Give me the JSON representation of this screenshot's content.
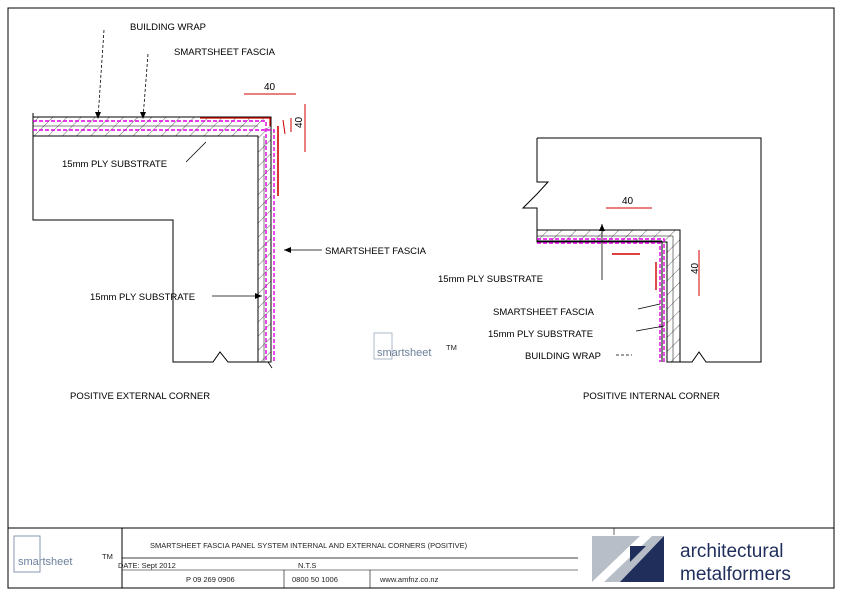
{
  "labels": {
    "building_wrap_top": "BUILDING WRAP",
    "fascia_top": "SMARTSHEET FASCIA",
    "ply_left_top": "15mm PLY SUBSTRATE",
    "fascia_right_left": "SMARTSHEET FASCIA",
    "ply_left_side": "15mm PLY SUBSTRATE",
    "ply_right": "15mm PLY SUBSTRATE",
    "fascia_right": "SMARTSHEET FASCIA",
    "ply_right_2": "15mm PLY SUBSTRATE",
    "building_wrap_right": "BUILDING WRAP",
    "caption_left": "POSITIVE EXTERNAL CORNER",
    "caption_right": "POSITIVE INTERNAL CORNER"
  },
  "dimensions": {
    "left_horizontal": "40",
    "left_vertical": "40",
    "right_horizontal": "40",
    "right_vertical": "40"
  },
  "watermark": {
    "text": "smartsheet",
    "tm": "TM"
  },
  "title_block": {
    "title": "SMARTSHEET FASCIA PANEL SYSTEM INTERNAL AND EXTERNAL CORNERS (POSITIVE)",
    "date": "DATE: Sept 2012",
    "nts": "N.T.S",
    "phone": "P 09 269 0906",
    "freephone": "0800 50 1006",
    "web": "www.amfnz.co.nz",
    "logo_text": "smartsheet",
    "logo_tm": "TM",
    "company_line1": "architectural",
    "company_line2": "metalformers"
  },
  "colors": {
    "fascia": "#e000e0",
    "dimension": "#d00000",
    "brand": "#1f2e5a"
  }
}
